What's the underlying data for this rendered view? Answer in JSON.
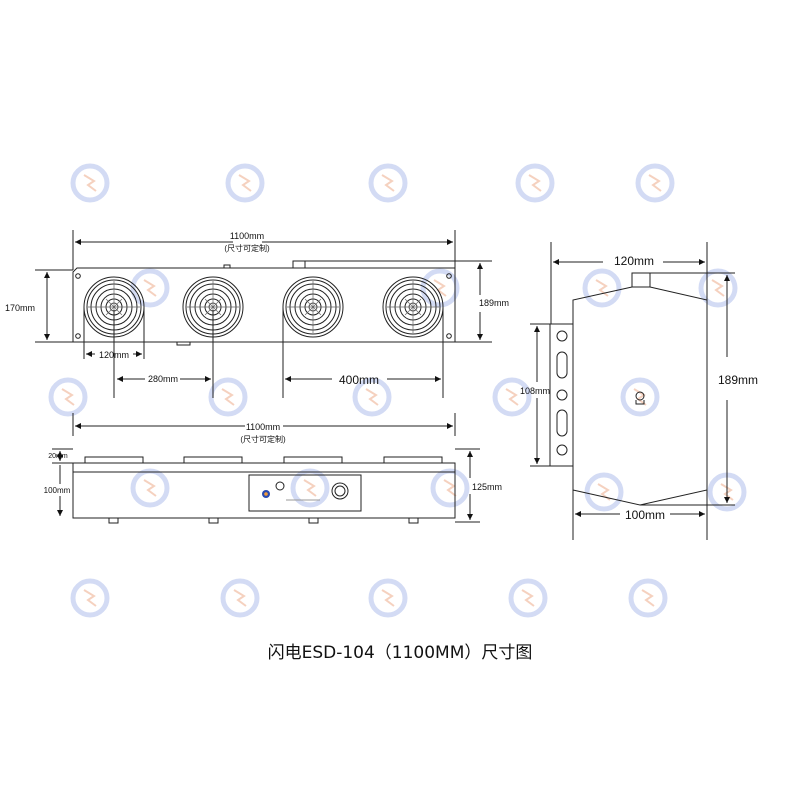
{
  "title": "闪电ESD-104（1100MM）尺寸图",
  "top_view": {
    "width_label": "1100mm",
    "custom_note": "(尺寸可定制)",
    "left_height": "170mm",
    "right_height": "189mm",
    "fan_dia": "120mm",
    "fan_gap": "280mm",
    "fan_span": "400mm"
  },
  "front_view": {
    "width_label": "1100mm",
    "custom_note": "(尺寸可定制)",
    "cap_height": "20mm",
    "body_height": "100mm",
    "total_height": "125mm"
  },
  "side_view": {
    "width_label": "120mm",
    "height_label": "189mm",
    "bracket_label": "108mm",
    "bottom_label": "100mm"
  },
  "colors": {
    "watermark": "#c9d3f2",
    "line": "#222222"
  }
}
